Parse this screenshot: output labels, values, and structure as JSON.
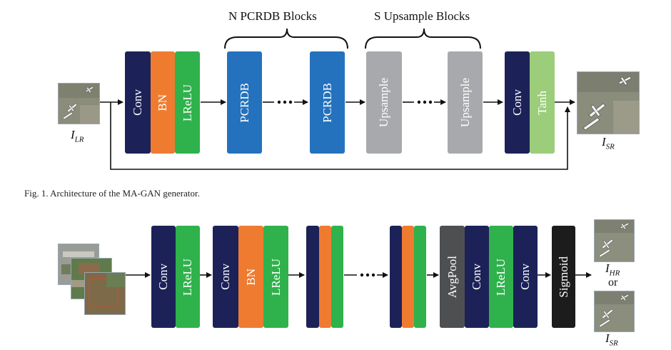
{
  "colors": {
    "navy": "#1c2258",
    "orange": "#ef7b30",
    "green": "#2fb24c",
    "blue": "#2472bd",
    "gray": "#a8a9ac",
    "lightgreen": "#9ccd7b",
    "darkgray": "#4e4f51",
    "black": "#1c1c1c"
  },
  "generator": {
    "group_n": "N PCRDB Blocks",
    "group_s": "S Upsample Blocks",
    "blocks": [
      "Conv",
      "BN",
      "LReLU",
      "PCRDB",
      "PCRDB",
      "Upsample",
      "Upsample",
      "Conv",
      "Tanh"
    ],
    "input_label": {
      "base": "I",
      "sub": "LR"
    },
    "output_label": {
      "base": "I",
      "sub": "SR"
    }
  },
  "caption": "Fig. 1.  Architecture of the MA-GAN generator.",
  "discriminator": {
    "blocks": [
      "Conv",
      "LReLU",
      "Conv",
      "BN",
      "LReLU",
      "AvgPool",
      "Conv",
      "LReLU",
      "Conv",
      "Sigmoid"
    ],
    "hr_label": {
      "base": "I",
      "sub": "HR"
    },
    "or_text": "or",
    "sr_label": {
      "base": "I",
      "sub": "SR"
    }
  }
}
